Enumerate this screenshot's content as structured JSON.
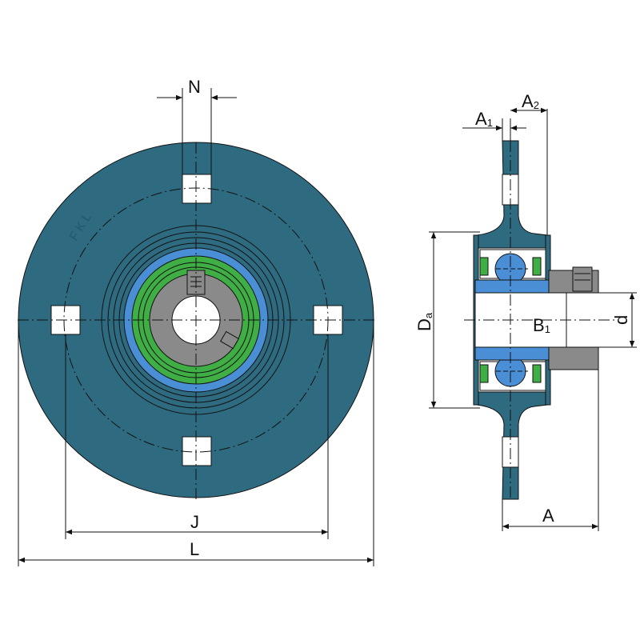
{
  "brand": "FKL",
  "labels": {
    "N": "N",
    "J": "J",
    "L": "L",
    "A1": "A",
    "A1_sub": "1",
    "A2": "A",
    "A2_sub": "2",
    "A": "A",
    "Da": "D",
    "Da_sub": "a",
    "B1": "B",
    "B1_sub": "1",
    "d": "d"
  },
  "colors": {
    "housing": "#2e6b80",
    "ring_blue": "#4a8fd6",
    "seal_green": "#3fae45",
    "inner_grey": "#8a8a8a",
    "line": "#111111"
  }
}
